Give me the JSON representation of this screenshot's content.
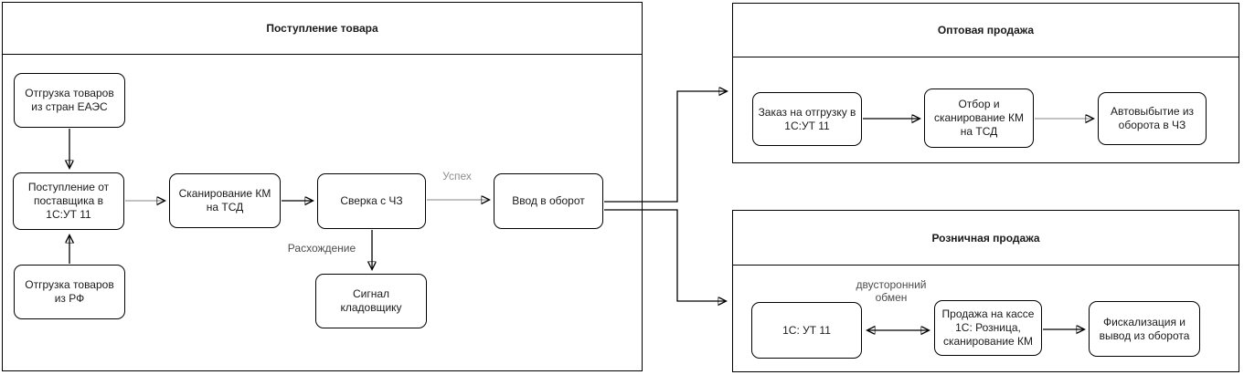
{
  "diagram": {
    "type": "flowchart",
    "background": "#ffffff",
    "colors": {
      "shape_border": "#000000",
      "shape_fill": "#ffffff",
      "edge": "#000000",
      "edge_light": "#9e9e9e",
      "edge_label_muted": "#8f8f8f",
      "edge_label_dark": "#4d4d4d"
    },
    "sections": {
      "receiving": {
        "title": "Поступление товара"
      },
      "wholesale": {
        "title": "Оптовая продажа"
      },
      "retail": {
        "title": "Розничная продажа"
      }
    },
    "nodes": {
      "shipment_eaes": "Отгрузка товаров\nиз стран ЕАЭС",
      "receipt_supplier": "Поступление от\nпоставщика в\n1С:УТ 11",
      "shipment_rf": "Отгрузка товаров\nиз РФ",
      "scan_km_tsd": "Сканирование КМ\nна ТСД",
      "check_chz": "Сверка с ЧЗ",
      "enter_circulation": "Ввод в оборот",
      "signal_storekeeper": "Сигнал\nкладовщику",
      "order_shipment": "Заказ на отгрузку в\n1С:УТ 11",
      "pick_scan_km": "Отбор и\nсканирование КМ\nна ТСД",
      "auto_withdraw": "Автовыбытие из\nоборота в ЧЗ",
      "ut11": "1С: УТ 11",
      "pos_sale": "Продажа на кассе\n1С: Розница,\nсканирование КМ",
      "fiscalization": "Фискализация и\nвывод из оборота"
    },
    "edge_labels": {
      "success": "Успех",
      "discrepancy": "Расхождение",
      "two_way_exchange": "двусторонний\nобмен"
    }
  }
}
